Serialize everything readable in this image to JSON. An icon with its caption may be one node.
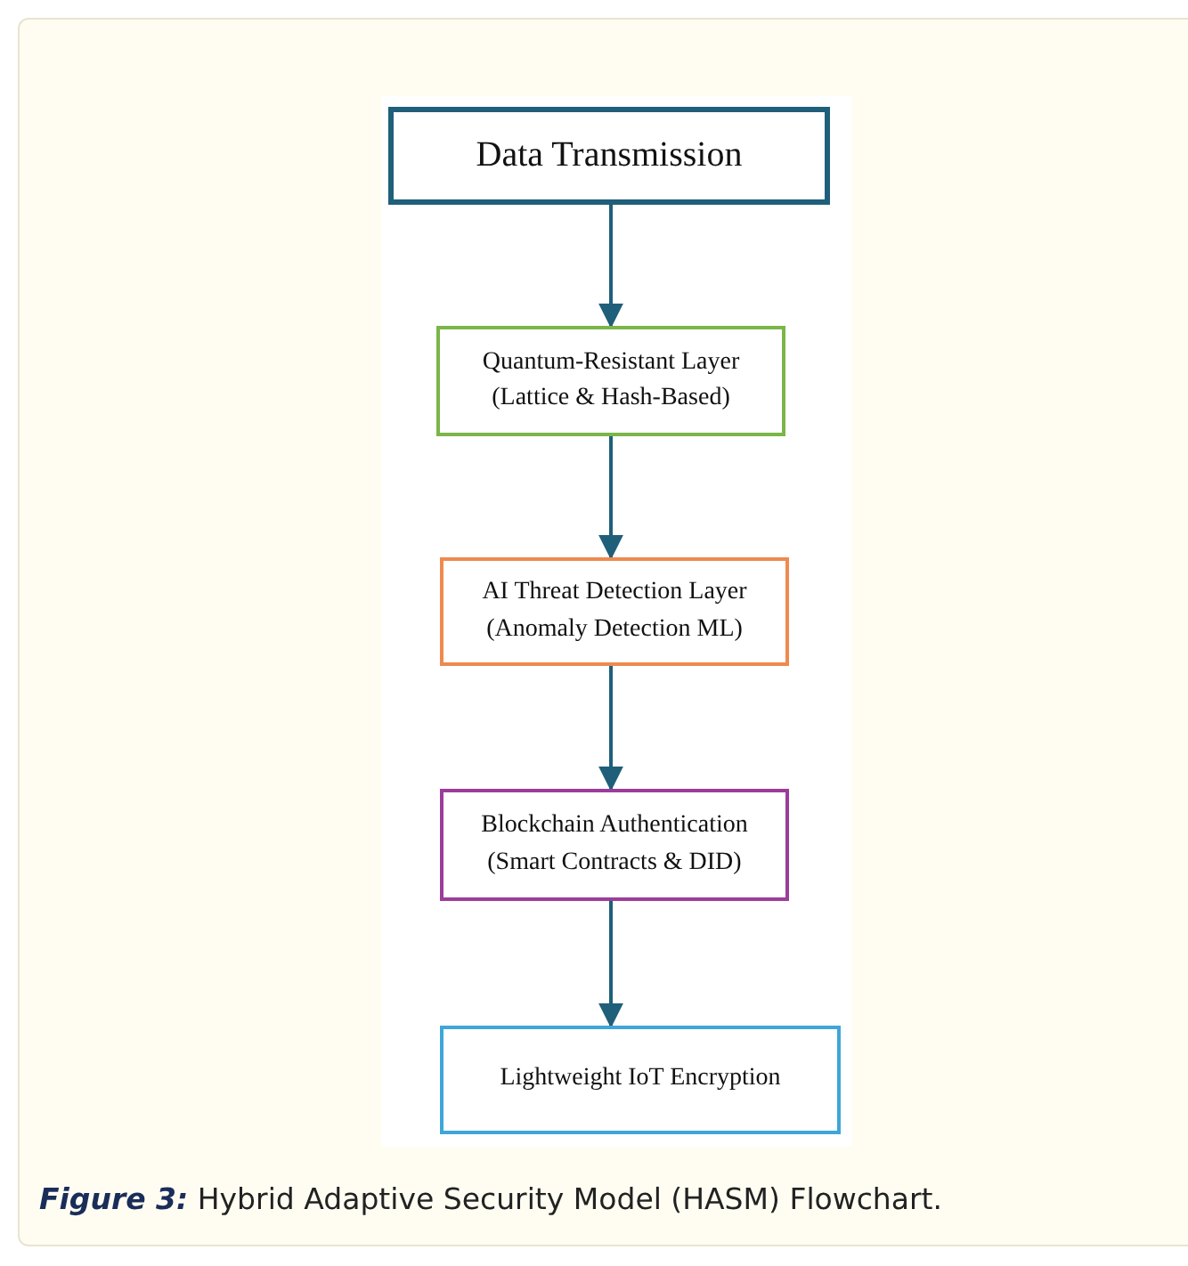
{
  "diagram": {
    "caption": "**Figure 3:** Hybrid Adaptive Security Model (HASM) Flowchart.",
    "nodes": [
      {
        "text": [
          "Data Transmission"
        ]
      },
      {
        "text": [
          "Quantum-Resistant Layer (Lattice & Hash-Based)"
        ]
      },
      {
        "text": [
          "AI Threat Detection Layer (Anomaly Detection ML)"
        ]
      },
      {
        "text": [
          "Blockchain Authentication (Smart Contracts & DID)"
        ]
      },
      {
        "text": [
          "Lightweight IoT Encryption"
        ]
      }
    ],
    "edges": [
      {
        "from": 0,
        "to": 1,
        "arrow": "to"
      },
      {
        "from": 1,
        "to": 2,
        "arrow": "to"
      },
      {
        "from": 2,
        "to": 3,
        "arrow": "to"
      },
      {
        "from": 3,
        "to": 4,
        "arrow": "to"
      }
    ]
  }
}
